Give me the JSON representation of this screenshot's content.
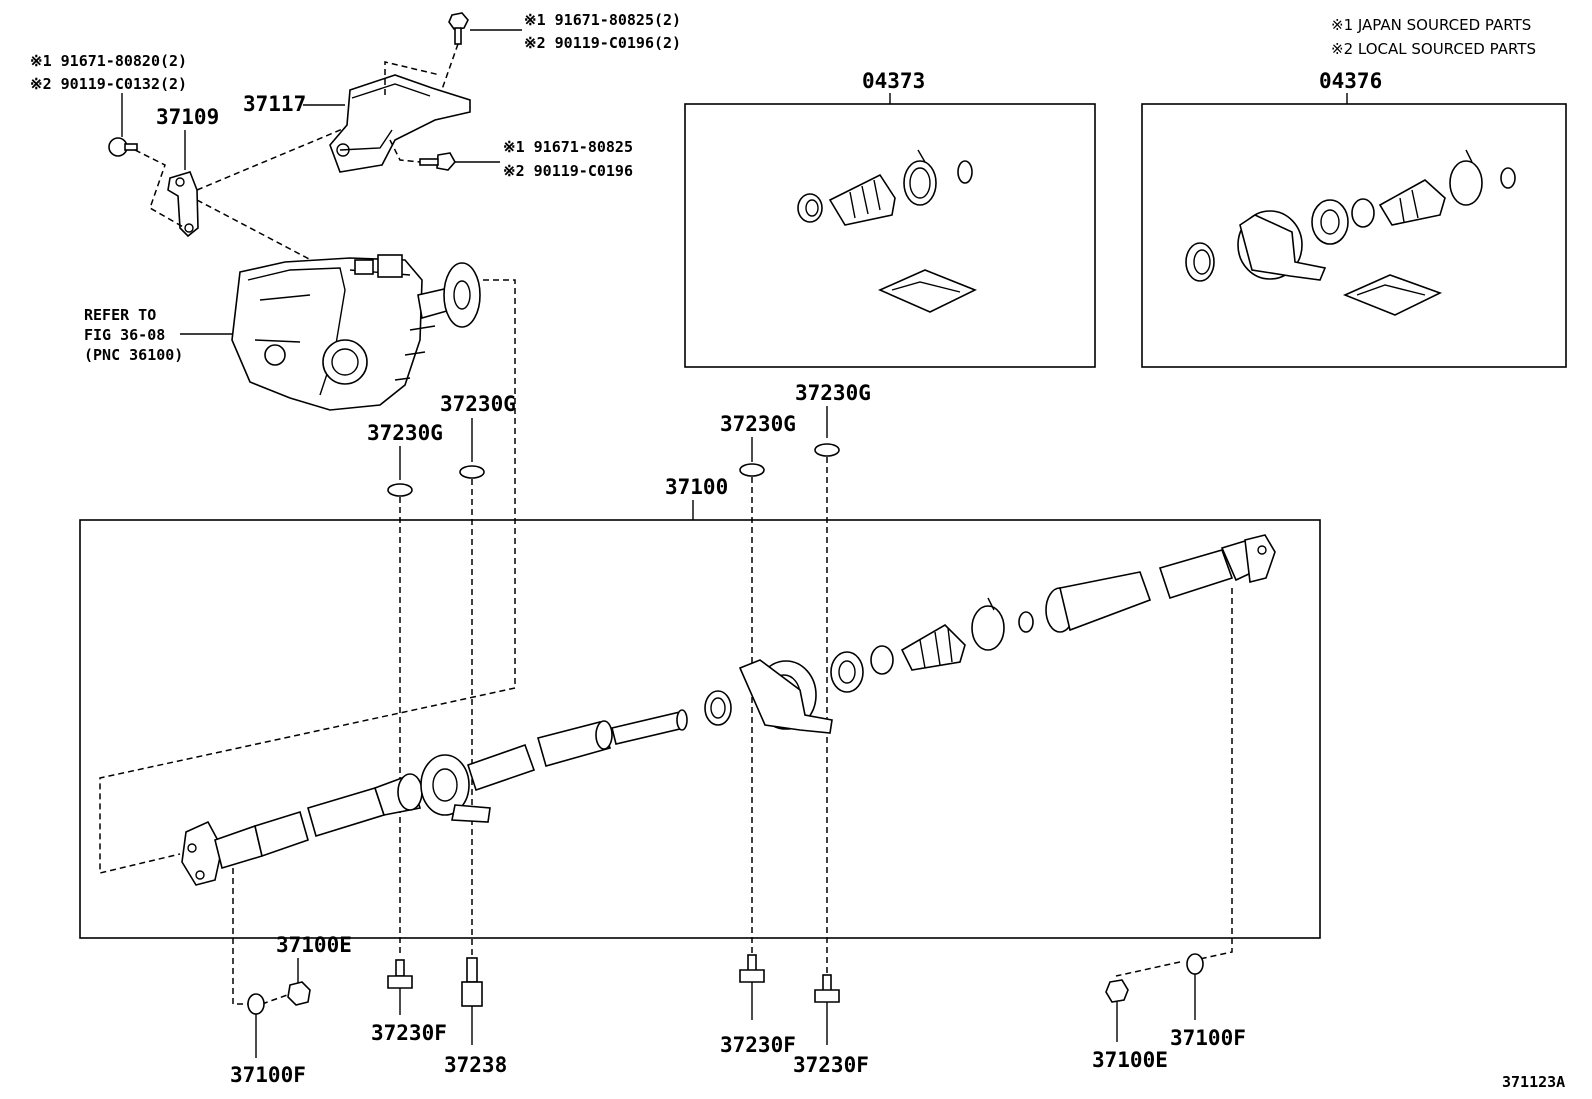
{
  "legend": {
    "line1": "※1 JAPAN SOURCED PARTS",
    "line2": "※2 LOCAL SOURCED PARTS"
  },
  "callouts": {
    "bolt_top_1": "※1 91671-80825(2)",
    "bolt_top_2": "※2 90119-C0196(2)",
    "bolt_left_1": "※1 91671-80820(2)",
    "bolt_left_2": "※2 90119-C0132(2)",
    "bolt_mid_1": "※1 91671-80825",
    "bolt_mid_2": "※2 90119-C0196",
    "p37109": "37109",
    "p37117": "37117",
    "refer_1": "REFER TO",
    "refer_2": "FIG 36-08",
    "refer_3": "(PNC 36100)",
    "p04373": "04373",
    "p04376": "04376",
    "p37100": "37100",
    "g1": "37230G",
    "g2": "37230G",
    "g3": "37230G",
    "g4": "37230G",
    "e1": "37100E",
    "e2": "37100E",
    "f_left": "37100F",
    "f_right": "37100F",
    "bf1": "37230F",
    "bf2": "37230F",
    "bf3": "37230F",
    "p37238": "37238",
    "figure_no": "371123A"
  }
}
